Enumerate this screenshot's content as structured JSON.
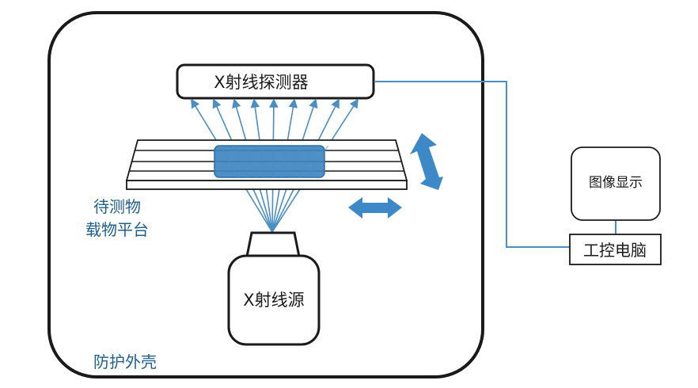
{
  "labels": {
    "detector": "X射线探测器",
    "sample_line1": "待测物",
    "stage_line1": "载物平台",
    "source": "X射线源",
    "housing": "防护外壳",
    "display": "图像显示",
    "computer": "工控电脑"
  },
  "colors": {
    "outline": "#1a1a1a",
    "text_blue": "#1f5f8b",
    "ray_blue": "#4a8ec2",
    "sample_fill": "#3f85c0",
    "arrow_fill": "#3d88c6",
    "wire": "#4a8ec2"
  }
}
